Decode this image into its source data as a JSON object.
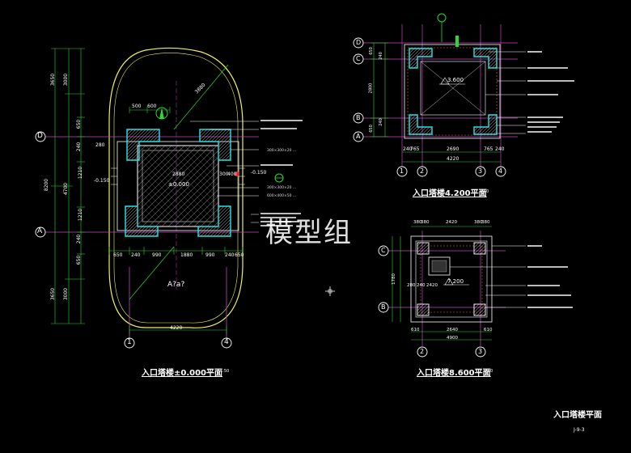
{
  "drawing": {
    "plans": [
      {
        "title": "入口塔楼±0.000平面",
        "scale": "1:50",
        "grid_axes_x": [
          "1",
          "4"
        ],
        "grid_axes_y": [
          "D",
          "A"
        ],
        "elevations": [
          "±0.000",
          "-0.150",
          "-0.150"
        ],
        "overall_dims": [
          "4220",
          "8200"
        ],
        "dims_x": [
          "500",
          "600",
          "650",
          "240",
          "990",
          "1880",
          "990",
          "240",
          "650",
          "300",
          "400"
        ],
        "dims_y": [
          "3650",
          "3000",
          "650",
          "240",
          "1210",
          "4700",
          "1210",
          "240",
          "650",
          "3650",
          "3000",
          "280"
        ],
        "leader_notes": [
          "300×300×20 ...",
          "300×300×20 ...",
          "600×400×50 ..."
        ],
        "misc_labels": [
          "2880",
          "3880",
          "A?a?"
        ]
      },
      {
        "title": "入口塔楼4.200平面",
        "scale": "1:50",
        "grid_axes_x": [
          "1",
          "2",
          "3",
          "4"
        ],
        "grid_axes_y": [
          "D",
          "C",
          "B",
          "A"
        ],
        "elevations": [
          "3.600"
        ],
        "overall_dims": [
          "4220"
        ],
        "dims_x": [
          "240",
          "765",
          "2690",
          "765",
          "240"
        ],
        "dims_y": [
          "650",
          "240",
          "2800",
          "240",
          "650"
        ]
      },
      {
        "title": "入口塔楼8.600平面",
        "scale": "1:50",
        "grid_axes_x": [
          "2",
          "3"
        ],
        "grid_axes_y": [
          "C",
          "B"
        ],
        "elevations": [
          "7.200"
        ],
        "overall_dims": [
          "4900"
        ],
        "dims_x": [
          "610",
          "2640",
          "610"
        ],
        "dims_y": [
          "1780"
        ],
        "top_dims": [
          "380",
          "380",
          "2420",
          "380",
          "380"
        ],
        "misc_labels": [
          "280",
          "240",
          "2420"
        ]
      }
    ],
    "sheet_title": "入口塔楼平面",
    "sheet_number": "J-9-3",
    "watermark": "模型组",
    "colors": {
      "background": "#000000",
      "cyan": "#22e6e6",
      "magenta": "#c046c0",
      "green": "#2ed82e",
      "yellow": "#f0f060",
      "red": "#e03030",
      "white": "#ffffff",
      "hatch": "#9a9a9a"
    }
  }
}
